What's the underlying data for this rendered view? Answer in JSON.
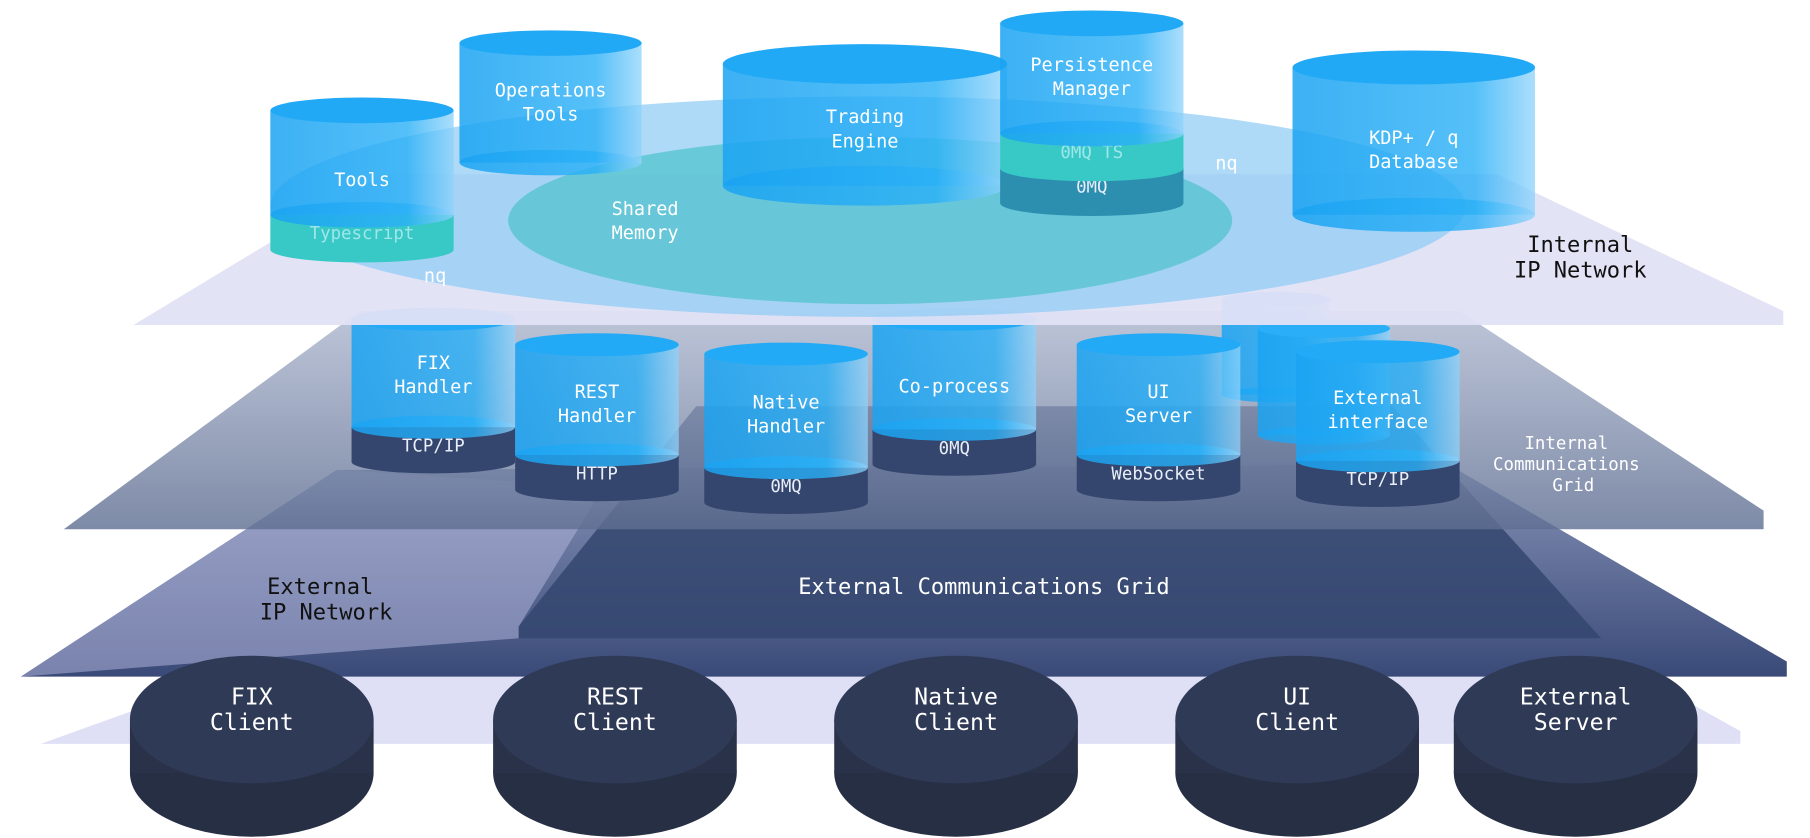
{
  "colors": {
    "cylinder_blue": "#1fa8f5",
    "band_teal": "#38c9c6",
    "band_dark": "#34466e",
    "client_navy": "#2c3650",
    "internal_ip_plane": "#e1e1f6",
    "internal_grid_plane": "#6f7fa2",
    "external_plane": "#34466e",
    "shared_memory": "#5cc6d2"
  },
  "labels": {
    "internal_ip_network": [
      "Internal",
      "IP Network"
    ],
    "internal_comms_grid": [
      "Internal",
      "Communications",
      "Grid"
    ],
    "external_ip_network": [
      "External",
      "IP Network"
    ],
    "external_comms_grid": "External Communications Grid",
    "shared_memory": [
      "Shared",
      "Memory"
    ],
    "nq_left": "nq",
    "nq_right": "nq"
  },
  "top_components": [
    {
      "name": "tools",
      "lines": [
        "Tools"
      ],
      "bands": [
        "Typescript"
      ]
    },
    {
      "name": "operations-tools",
      "lines": [
        "Operations",
        "Tools"
      ],
      "bands": []
    },
    {
      "name": "trading-engine",
      "lines": [
        "Trading",
        "Engine"
      ],
      "bands": []
    },
    {
      "name": "persistence-manager",
      "lines": [
        "Persistence",
        "Manager"
      ],
      "bands": [
        "0MQ TS",
        "0MQ"
      ]
    },
    {
      "name": "kdp-database",
      "lines": [
        "KDP+ / q",
        "Database"
      ],
      "bands": []
    }
  ],
  "handlers": [
    {
      "name": "fix-handler",
      "lines": [
        "FIX",
        "Handler"
      ],
      "protocol": "TCP/IP"
    },
    {
      "name": "rest-handler",
      "lines": [
        "REST",
        "Handler"
      ],
      "protocol": "HTTP"
    },
    {
      "name": "native-handler",
      "lines": [
        "Native",
        "Handler"
      ],
      "protocol": "0MQ"
    },
    {
      "name": "co-process",
      "lines": [
        "Co-process"
      ],
      "protocol": "0MQ"
    },
    {
      "name": "ui-server",
      "lines": [
        "UI",
        "Server"
      ],
      "protocol": "WebSocket"
    },
    {
      "name": "external-interface",
      "lines": [
        "External",
        "interface"
      ],
      "protocol": "TCP/IP"
    }
  ],
  "clients": [
    {
      "name": "fix-client",
      "lines": [
        "FIX",
        "Client"
      ]
    },
    {
      "name": "rest-client",
      "lines": [
        "REST",
        "Client"
      ]
    },
    {
      "name": "native-client",
      "lines": [
        "Native",
        "Client"
      ]
    },
    {
      "name": "ui-client",
      "lines": [
        "UI",
        "Client"
      ]
    },
    {
      "name": "external-server",
      "lines": [
        "External",
        "Server"
      ]
    }
  ]
}
